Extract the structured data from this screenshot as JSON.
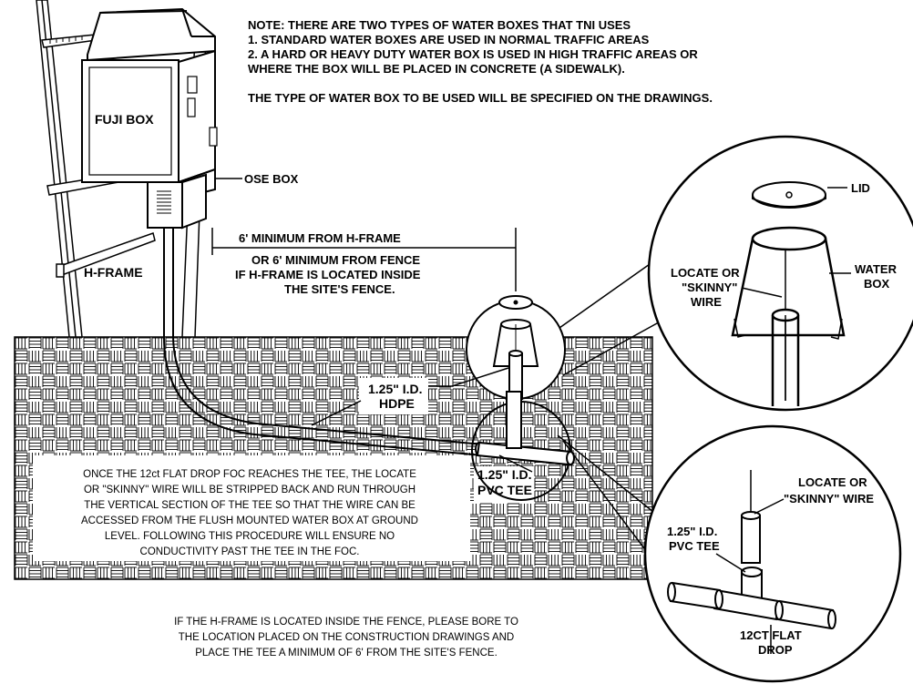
{
  "note": {
    "line1": "NOTE: THERE ARE TWO TYPES OF WATER BOXES THAT TNI USES",
    "line2": "1. STANDARD WATER BOXES ARE USED IN NORMAL TRAFFIC AREAS",
    "line3": "2. A HARD OR HEAVY DUTY WATER BOX IS USED IN HIGH TRAFFIC AREAS OR",
    "line4": "WHERE THE BOX WILL BE PLACED IN CONCRETE (A SIDEWALK).",
    "line5": "THE TYPE OF WATER BOX TO BE USED WILL BE SPECIFIED ON THE DRAWINGS."
  },
  "labels": {
    "fuji_box": "FUJI BOX",
    "ose_box": "OSE BOX",
    "h_frame": "H-FRAME",
    "min_h_frame": "6' MINIMUM FROM H-FRAME",
    "min_fence_1": "OR 6' MINIMUM FROM FENCE",
    "min_fence_2": "IF H-FRAME IS LOCATED INSIDE",
    "min_fence_3": "THE SITE'S FENCE.",
    "hdpe_1": "1.25\" I.D.",
    "hdpe_2": "HDPE",
    "pvc_tee_1": "1.25\" I.D.",
    "pvc_tee_2": "PVC TEE",
    "lid": "LID",
    "locate_1": "LOCATE OR",
    "locate_2": "\"SKINNY\"",
    "locate_3": "WIRE",
    "water_1": "WATER",
    "water_2": "BOX",
    "detail_locate_1": "LOCATE OR",
    "detail_locate_2": "\"SKINNY\" WIRE",
    "detail_pvc_1": "1.25\" I.D.",
    "detail_pvc_2": "PVC TEE",
    "flat_drop_1": "12CT FLAT",
    "flat_drop_2": "DROP"
  },
  "instructions": {
    "line1": "ONCE THE 12ct FLAT DROP FOC REACHES THE TEE, THE LOCATE",
    "line2": "OR \"SKINNY\" WIRE WILL BE STRIPPED BACK AND RUN THROUGH",
    "line3": "THE VERTICAL SECTION OF THE TEE SO THAT THE WIRE CAN BE",
    "line4": "ACCESSED FROM THE FLUSH MOUNTED WATER BOX AT GROUND",
    "line5": "LEVEL.  FOLLOWING THIS PROCEDURE WILL ENSURE NO",
    "line6": "CONDUCTIVITY PAST THE TEE IN THE FOC."
  },
  "fence_note": {
    "line1": "IF THE H-FRAME IS LOCATED INSIDE THE FENCE, PLEASE BORE TO",
    "line2": "THE LOCATION PLACED ON THE CONSTRUCTION DRAWINGS AND",
    "line3": "PLACE THE TEE A MINIMUM OF 6' FROM THE SITE'S FENCE."
  }
}
